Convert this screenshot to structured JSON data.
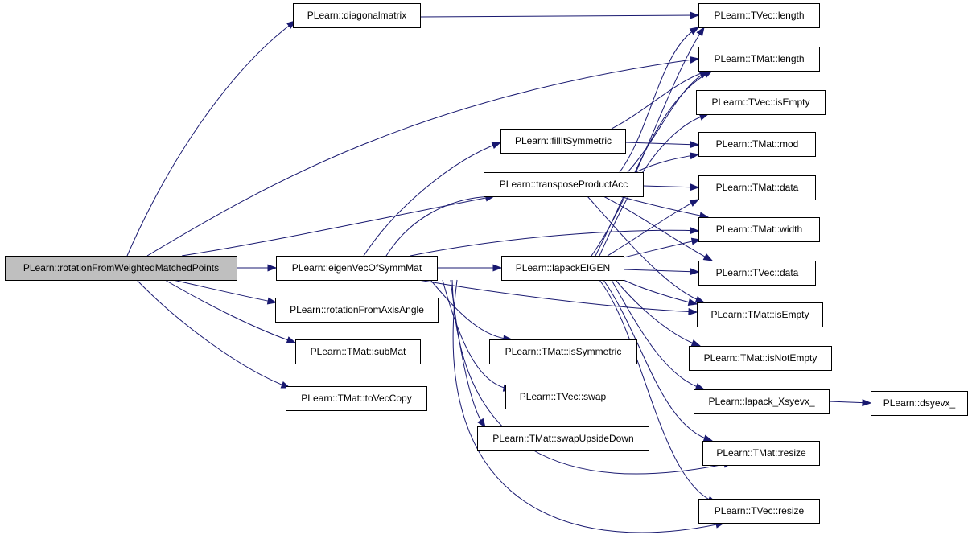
{
  "colors": {
    "edge": "#191970",
    "root_fill": "#bfbfbf",
    "node_fill": "#ffffff",
    "node_border": "#000000"
  },
  "nodes": [
    {
      "id": "n0",
      "label": "PLearn::rotationFromWeightedMatchedPoints"
    },
    {
      "id": "n1",
      "label": "PLearn::diagonalmatrix"
    },
    {
      "id": "n2",
      "label": "PLearn::TVec::length"
    },
    {
      "id": "n3",
      "label": "PLearn::TMat::length"
    },
    {
      "id": "n4",
      "label": "PLearn::eigenVecOfSymmMat"
    },
    {
      "id": "n5",
      "label": "PLearn::fillItSymmetric"
    },
    {
      "id": "n6",
      "label": "PLearn::TMat::mod"
    },
    {
      "id": "n7",
      "label": "PLearn::transposeProductAcc"
    },
    {
      "id": "n8",
      "label": "PLearn::TVec::isEmpty"
    },
    {
      "id": "n9",
      "label": "PLearn::TMat::data"
    },
    {
      "id": "n10",
      "label": "PLearn::TMat::width"
    },
    {
      "id": "n11",
      "label": "PLearn::lapackEIGEN"
    },
    {
      "id": "n12",
      "label": "PLearn::TVec::data"
    },
    {
      "id": "n13",
      "label": "PLearn::TMat::isEmpty"
    },
    {
      "id": "n14",
      "label": "PLearn::rotationFromAxisAngle"
    },
    {
      "id": "n15",
      "label": "PLearn::TMat::isSymmetric"
    },
    {
      "id": "n16",
      "label": "PLearn::TMat::isNotEmpty"
    },
    {
      "id": "n17",
      "label": "PLearn::TMat::subMat"
    },
    {
      "id": "n18",
      "label": "PLearn::TVec::swap"
    },
    {
      "id": "n19",
      "label": "PLearn::lapack_Xsyevx_"
    },
    {
      "id": "n20",
      "label": "PLearn::dsyevx_"
    },
    {
      "id": "n21",
      "label": "PLearn::TMat::toVecCopy"
    },
    {
      "id": "n22",
      "label": "PLearn::TMat::swapUpsideDown"
    },
    {
      "id": "n23",
      "label": "PLearn::TMat::resize"
    },
    {
      "id": "n24",
      "label": "PLearn::TVec::resize"
    }
  ],
  "edges": [
    [
      "n0",
      "n1"
    ],
    [
      "n0",
      "n3"
    ],
    [
      "n0",
      "n4"
    ],
    [
      "n0",
      "n7"
    ],
    [
      "n0",
      "n14"
    ],
    [
      "n0",
      "n17"
    ],
    [
      "n0",
      "n21"
    ],
    [
      "n1",
      "n2"
    ],
    [
      "n4",
      "n5"
    ],
    [
      "n4",
      "n7"
    ],
    [
      "n4",
      "n10"
    ],
    [
      "n4",
      "n11"
    ],
    [
      "n4",
      "n13"
    ],
    [
      "n4",
      "n15"
    ],
    [
      "n4",
      "n18"
    ],
    [
      "n4",
      "n22"
    ],
    [
      "n4",
      "n23"
    ],
    [
      "n4",
      "n24"
    ],
    [
      "n5",
      "n3"
    ],
    [
      "n5",
      "n6"
    ],
    [
      "n7",
      "n2"
    ],
    [
      "n7",
      "n3"
    ],
    [
      "n7",
      "n6"
    ],
    [
      "n7",
      "n9"
    ],
    [
      "n7",
      "n10"
    ],
    [
      "n7",
      "n12"
    ],
    [
      "n7",
      "n13"
    ],
    [
      "n11",
      "n2"
    ],
    [
      "n11",
      "n3"
    ],
    [
      "n11",
      "n8"
    ],
    [
      "n11",
      "n9"
    ],
    [
      "n11",
      "n10"
    ],
    [
      "n11",
      "n12"
    ],
    [
      "n11",
      "n13"
    ],
    [
      "n11",
      "n16"
    ],
    [
      "n11",
      "n19"
    ],
    [
      "n11",
      "n23"
    ],
    [
      "n11",
      "n24"
    ],
    [
      "n19",
      "n20"
    ]
  ]
}
